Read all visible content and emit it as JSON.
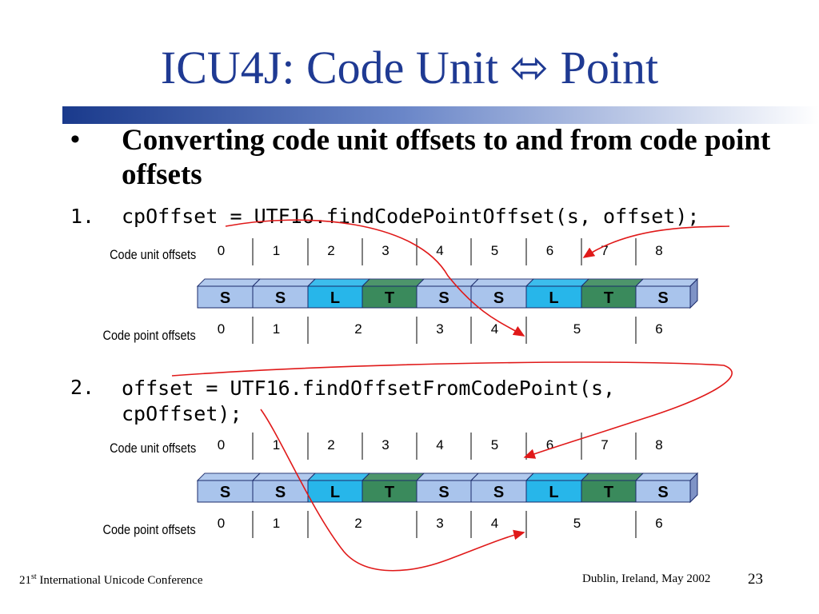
{
  "title": "ICU4J: Code Unit ⬄ Point",
  "bullet": {
    "symbol": "•",
    "text": "Converting code unit offsets to and from code point offsets"
  },
  "code": {
    "item1_number": "1.",
    "item1_line": "cpOffset = UTF16.findCodePointOffset(s, offset);",
    "item2_number": "2.",
    "item2_line1": "offset = UTF16.findOffsetFromCodePoint(s,",
    "item2_line2": "cpOffset);"
  },
  "diagram_labels": {
    "code_unit_offsets": "Code unit offsets",
    "code_point_offsets": "Code point offsets"
  },
  "code_unit_offset_values": [
    "0",
    "1",
    "2",
    "3",
    "4",
    "5",
    "6",
    "7",
    "8"
  ],
  "code_point_offset_values": [
    "0",
    "1",
    "2",
    "3",
    "4",
    "5",
    "6"
  ],
  "cells": [
    {
      "label": "S",
      "kind": "single"
    },
    {
      "label": "S",
      "kind": "single"
    },
    {
      "label": "L",
      "kind": "lead"
    },
    {
      "label": "T",
      "kind": "trail"
    },
    {
      "label": "S",
      "kind": "single"
    },
    {
      "label": "S",
      "kind": "single"
    },
    {
      "label": "L",
      "kind": "lead"
    },
    {
      "label": "T",
      "kind": "trail"
    },
    {
      "label": "S",
      "kind": "single"
    }
  ],
  "colors": {
    "title": "#1f3a93",
    "single": "#a9c4ec",
    "lead": "#27b6ea",
    "trail": "#3a8a5c",
    "arrow": "#e01919"
  },
  "footer": {
    "left_prefix": "21",
    "left_sup": "st",
    "left_suffix": " International Unicode Conference",
    "right": "Dublin, Ireland, May 2002",
    "page": "23"
  }
}
